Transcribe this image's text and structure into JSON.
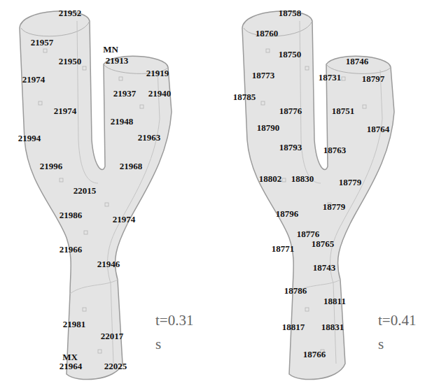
{
  "diagram": {
    "labels": [
      "21952",
      "21957",
      "MN",
      "21950",
      "21913",
      "21919",
      "21974",
      "21937",
      "21940",
      "21974",
      "21948",
      "21994",
      "21963",
      "21996",
      "21968",
      "22015",
      "21986",
      "21974",
      "21966",
      "21946",
      "21981",
      "22017",
      "MX",
      "21964",
      "22025",
      "t=0.31 s",
      "18758",
      "18760",
      "18750",
      "18746",
      "18773",
      "18731",
      "18797",
      "18785",
      "18776",
      "18751",
      "18790",
      "18764",
      "18793",
      "18763",
      "18802",
      "18830",
      "18779",
      "18796",
      "18779",
      "18776",
      "18771",
      "18765",
      "18743",
      "18786",
      "18811",
      "18817",
      "18831",
      "18766",
      "t=0.41 s"
    ]
  }
}
